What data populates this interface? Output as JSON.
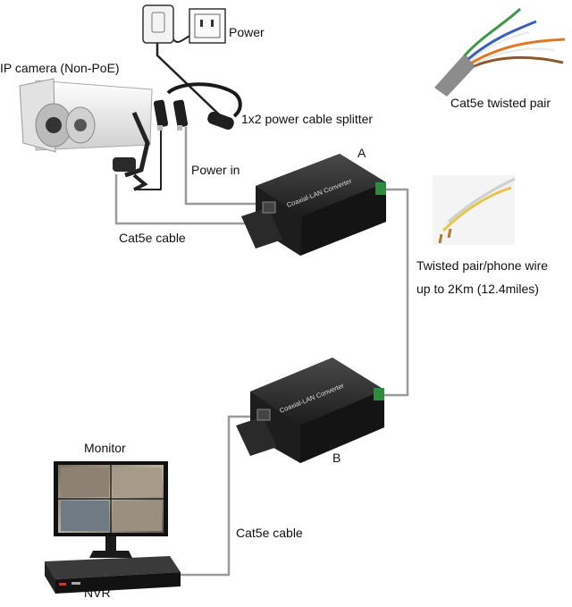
{
  "labels": {
    "power": "Power",
    "camera": "IP camera (Non-PoE)",
    "splitter": "1x2 power cable splitter",
    "cat5e_twisted_pair": "Cat5e twisted pair",
    "point_a": "A",
    "power_in": "Power in",
    "cat5e_cable_top": "Cat5e cable",
    "twisted_pair_line1": "Twisted pair/phone wire",
    "twisted_pair_line2": "up to 2Km (12.4miles)",
    "point_b": "B",
    "monitor": "Monitor",
    "cat5e_cable_bottom": "Cat5e cable",
    "nvr": "NVR"
  },
  "devices": {
    "converter_a_label": "Coaxial-LAN Converter",
    "converter_b_label": "Coaxial-LAN Converter"
  },
  "colors": {
    "cable": "#9a9a9a",
    "device_body": "#2b2b2b",
    "camera_body": "#e9e9e9",
    "wire_green": "#3a9a45",
    "wire_blue": "#3a5fb5",
    "wire_orange": "#e07a2a",
    "wire_brown": "#8a5a2b",
    "wire_yellow": "#e3c64a"
  }
}
